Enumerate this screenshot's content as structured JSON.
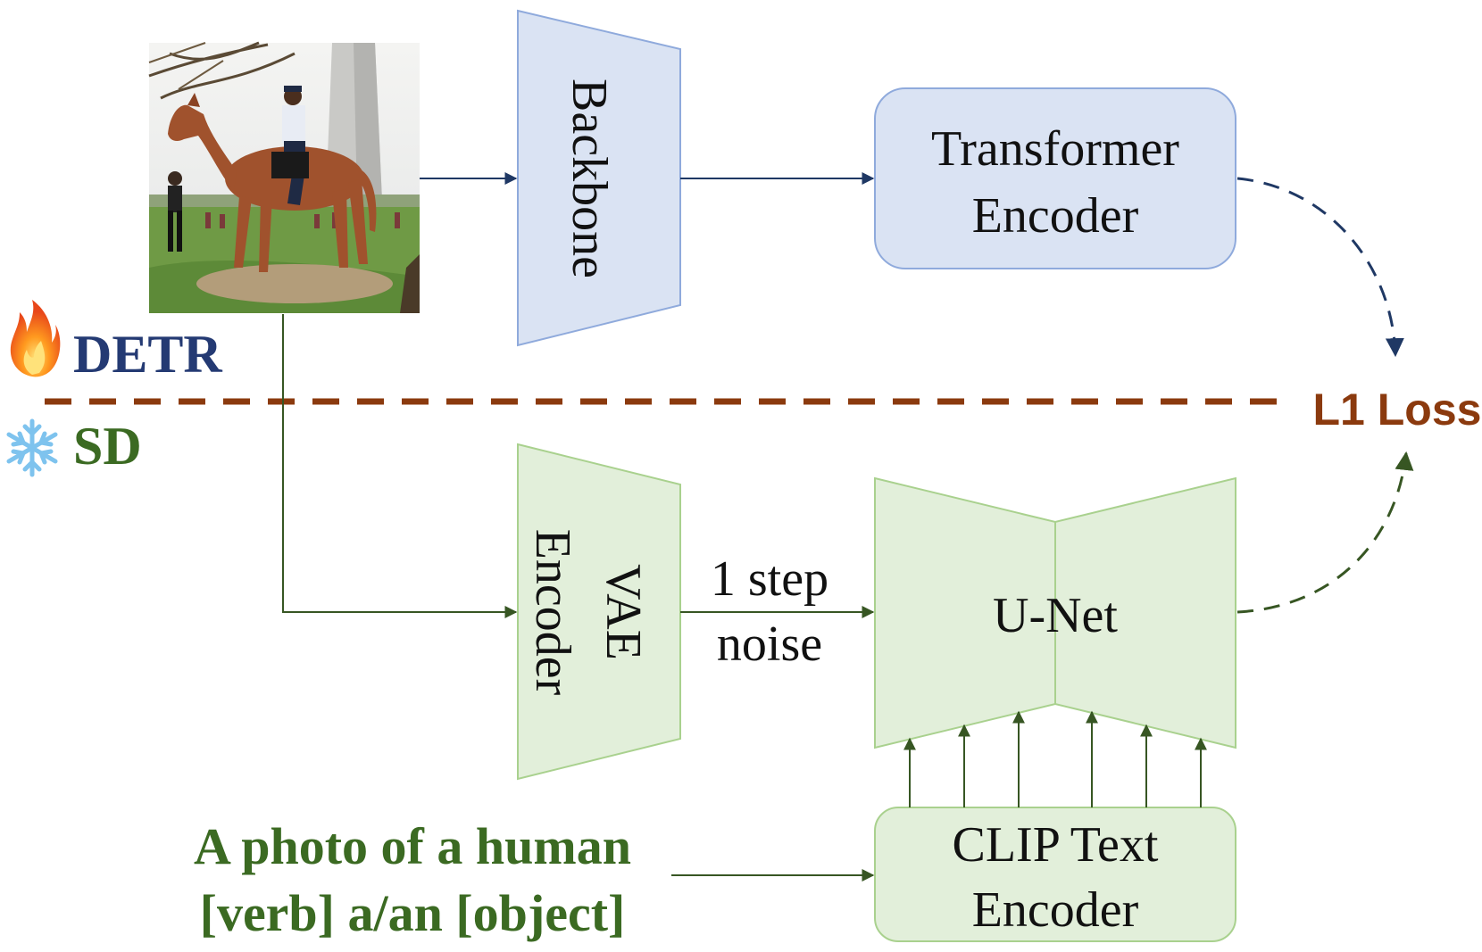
{
  "legend": {
    "detr": {
      "label": "DETR",
      "icon": "fire-icon",
      "color": "#243A73"
    },
    "sd": {
      "label": "SD",
      "icon": "snowflake-icon",
      "color": "#3B6A22"
    }
  },
  "detr_branch": {
    "backbone": "Backbone",
    "transformer_encoder": [
      "Transformer",
      "Encoder"
    ]
  },
  "sd_branch": {
    "vae_encoder": [
      "VAE",
      "Encoder"
    ],
    "noise_label": [
      "1 step",
      "noise"
    ],
    "unet": "U-Net",
    "clip_text_encoder": [
      "CLIP Text",
      "Encoder"
    ],
    "prompt": [
      "A photo of a human",
      "[verb] a/an [object]"
    ]
  },
  "loss": {
    "label": "L1 Loss",
    "color": "#8B3A0E"
  },
  "colors": {
    "detr_fill": "#DAE3F3",
    "detr_stroke": "#8FAADC",
    "detr_arrow": "#1F3864",
    "sd_fill": "#E2EFDA",
    "sd_stroke": "#A9D18E",
    "sd_arrow": "#375623"
  }
}
